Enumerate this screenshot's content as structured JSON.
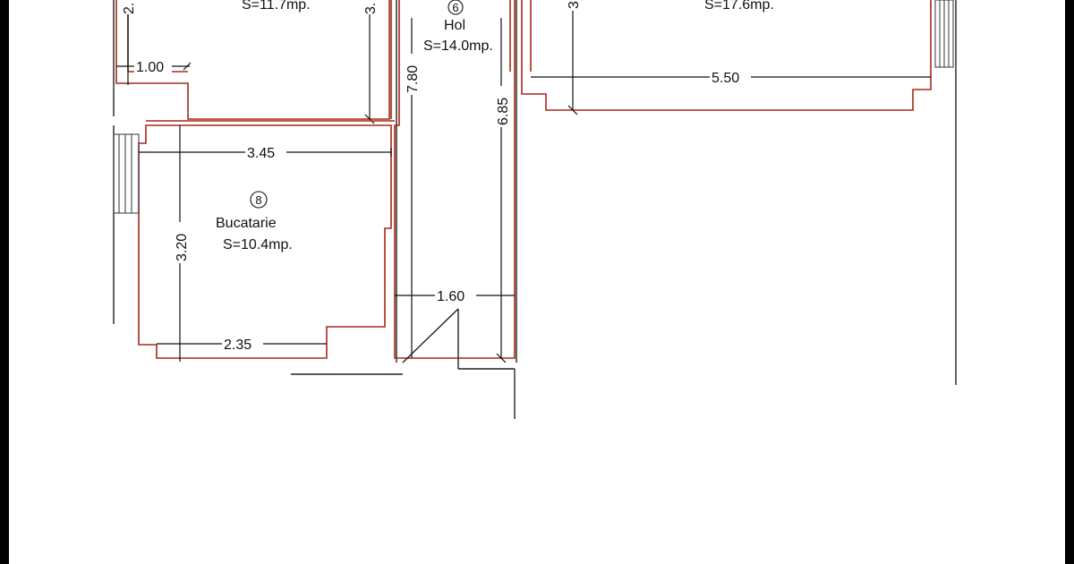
{
  "rooms": {
    "top_left": {
      "area": "S=11.7mp."
    },
    "hol": {
      "number": "6",
      "name": "Hol",
      "area": "S=14.0mp."
    },
    "top_right": {
      "area": "S=17.6mp."
    },
    "bucatarie": {
      "number": "8",
      "name": "Bucatarie",
      "area": "S=10.4mp."
    }
  },
  "dimensions": {
    "top_left_vertical": "2.",
    "top_left_right_vertical": "3.",
    "width_1_00": "1.00",
    "hol_length_7_80": "7.80",
    "hol_length_6_85": "6.85",
    "top_right_vertical": "3",
    "width_5_50": "5.50",
    "width_3_45": "3.45",
    "height_3_20": "3.20",
    "width_1_60": "1.60",
    "width_2_35": "2.35"
  },
  "colors": {
    "wall": "#a52a1a",
    "line": "#111111",
    "background": "#ffffff",
    "frame": "#000000"
  }
}
